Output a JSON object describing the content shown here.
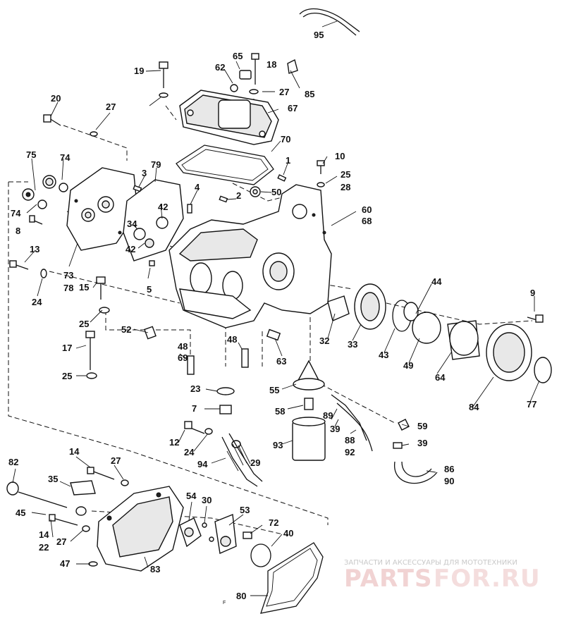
{
  "callouts": [
    "95",
    "65",
    "18",
    "19",
    "62",
    "85",
    "27",
    "67",
    "20",
    "27",
    "70",
    "10",
    "1",
    "25",
    "28",
    "75",
    "74",
    "3",
    "79",
    "4",
    "2",
    "50",
    "60",
    "68",
    "74",
    "42",
    "8",
    "34",
    "42",
    "13",
    "73",
    "78",
    "15",
    "5",
    "44",
    "9",
    "24",
    "25",
    "52",
    "32",
    "33",
    "43",
    "49",
    "64",
    "84",
    "17",
    "48",
    "69",
    "48",
    "63",
    "77",
    "25",
    "55",
    "23",
    "7",
    "58",
    "89",
    "59",
    "39",
    "12",
    "24",
    "88",
    "92",
    "39",
    "93",
    "94",
    "29",
    "82",
    "14",
    "27",
    "86",
    "90",
    "35",
    "54",
    "30",
    "53",
    "45",
    "72",
    "40",
    "14",
    "22",
    "27",
    "83",
    "47",
    "80",
    "F"
  ],
  "watermark": {
    "tagline": "ЗАПЧАСТИ И АКСЕССУАРЫ ДЛЯ МОТОТЕХНИКИ",
    "brand_a": "PARTS",
    "brand_b": "FOR.RU"
  }
}
